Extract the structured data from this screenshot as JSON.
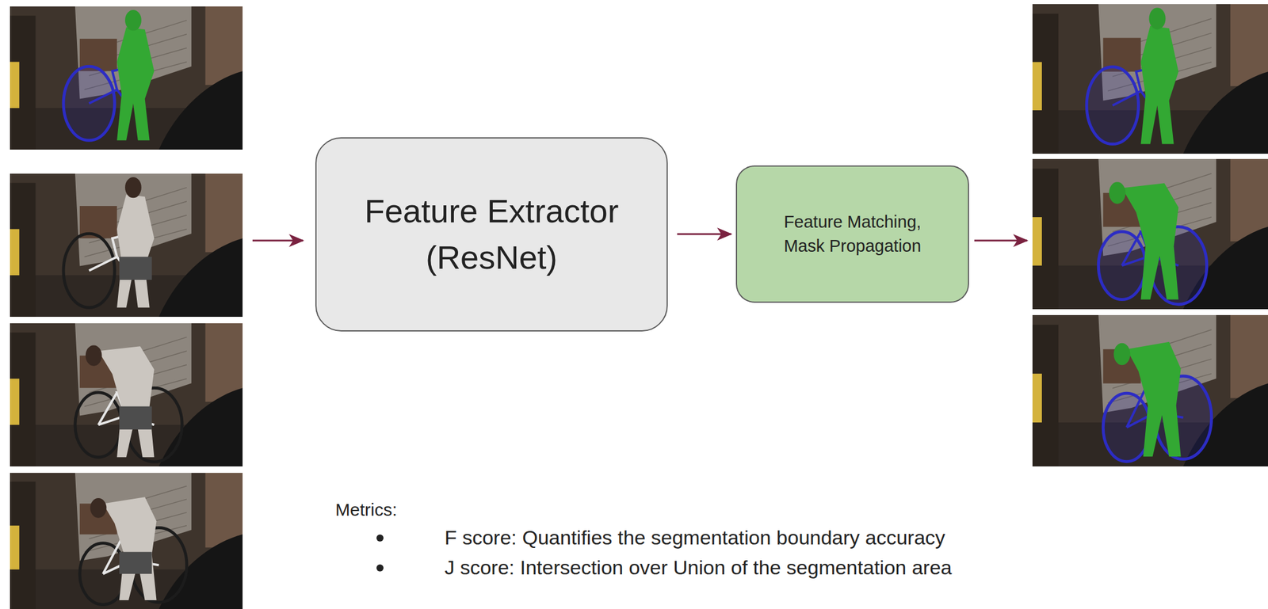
{
  "diagram": {
    "nodes": [
      {
        "text": [
          "Feature Extractor (ResNet)"
        ]
      },
      {
        "text": [
          "Feature Matching, Mask Propagation"
        ]
      }
    ],
    "edges": [
      {
        "from": 0,
        "to": 1,
        "arrow": "to"
      }
    ],
    "labels": [
      "Metrics:",
      "F score: Quantifies the segmentation boundary accuracy",
      "J score: Intersection over Union of the segmentation area"
    ]
  }
}
